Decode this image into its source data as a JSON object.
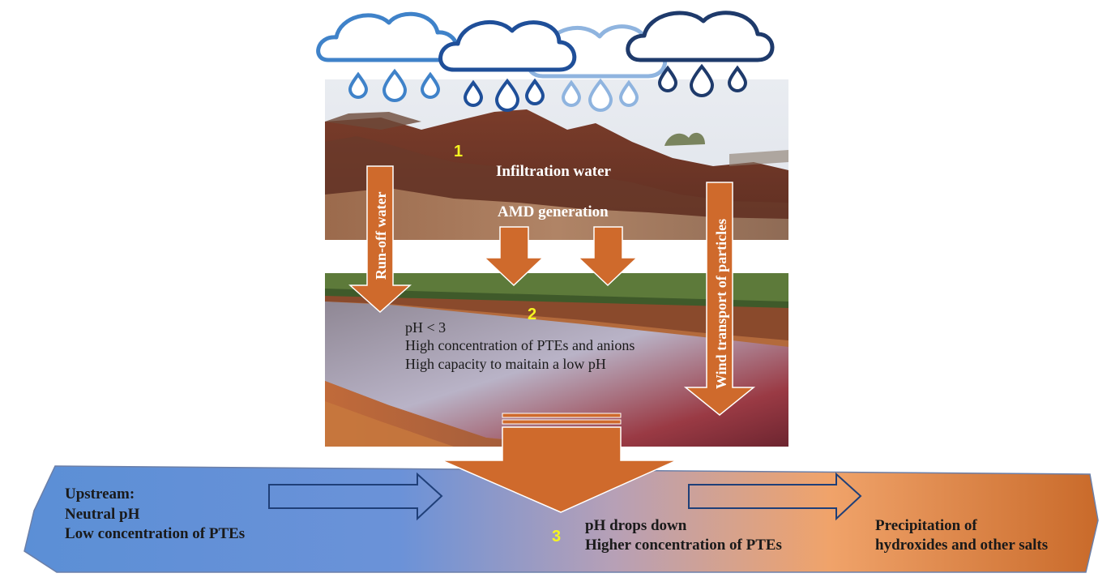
{
  "colors": {
    "arrow_orange": "#cf6a2c",
    "arrow_outline": "#ffffff",
    "number_yellow": "#f5f521",
    "river_blue": "#5b8fd6",
    "river_orange": "#f2a25e",
    "river_outline": "#1f3f78",
    "cloud_colors": [
      "#3f82c9",
      "#1f4f99",
      "#8fb4df",
      "#1e3a6b"
    ],
    "text_dark": "#1a1a1a",
    "text_light": "#ffffff"
  },
  "icons": {
    "clouds": [
      "cloud-icon",
      "raindrop-icon"
    ]
  },
  "labels": {
    "n1": "1",
    "n2": "2",
    "n3": "3",
    "infiltration": "Infiltration water",
    "amd": "AMD generation",
    "runoff": "Run-off water",
    "wind": "Wind transport of particles",
    "pond_lines": [
      "pH < 3",
      "High concentration of PTEs and anions",
      "High capacity to maitain a low pH"
    ],
    "upstream_lines": [
      "Upstream:",
      "Neutral pH",
      "Low concentration of PTEs"
    ],
    "mid_lines": [
      "pH drops down",
      "Higher concentration of PTEs"
    ],
    "precip_lines": [
      "Precipitation of",
      "hydroxides and other salts"
    ]
  }
}
